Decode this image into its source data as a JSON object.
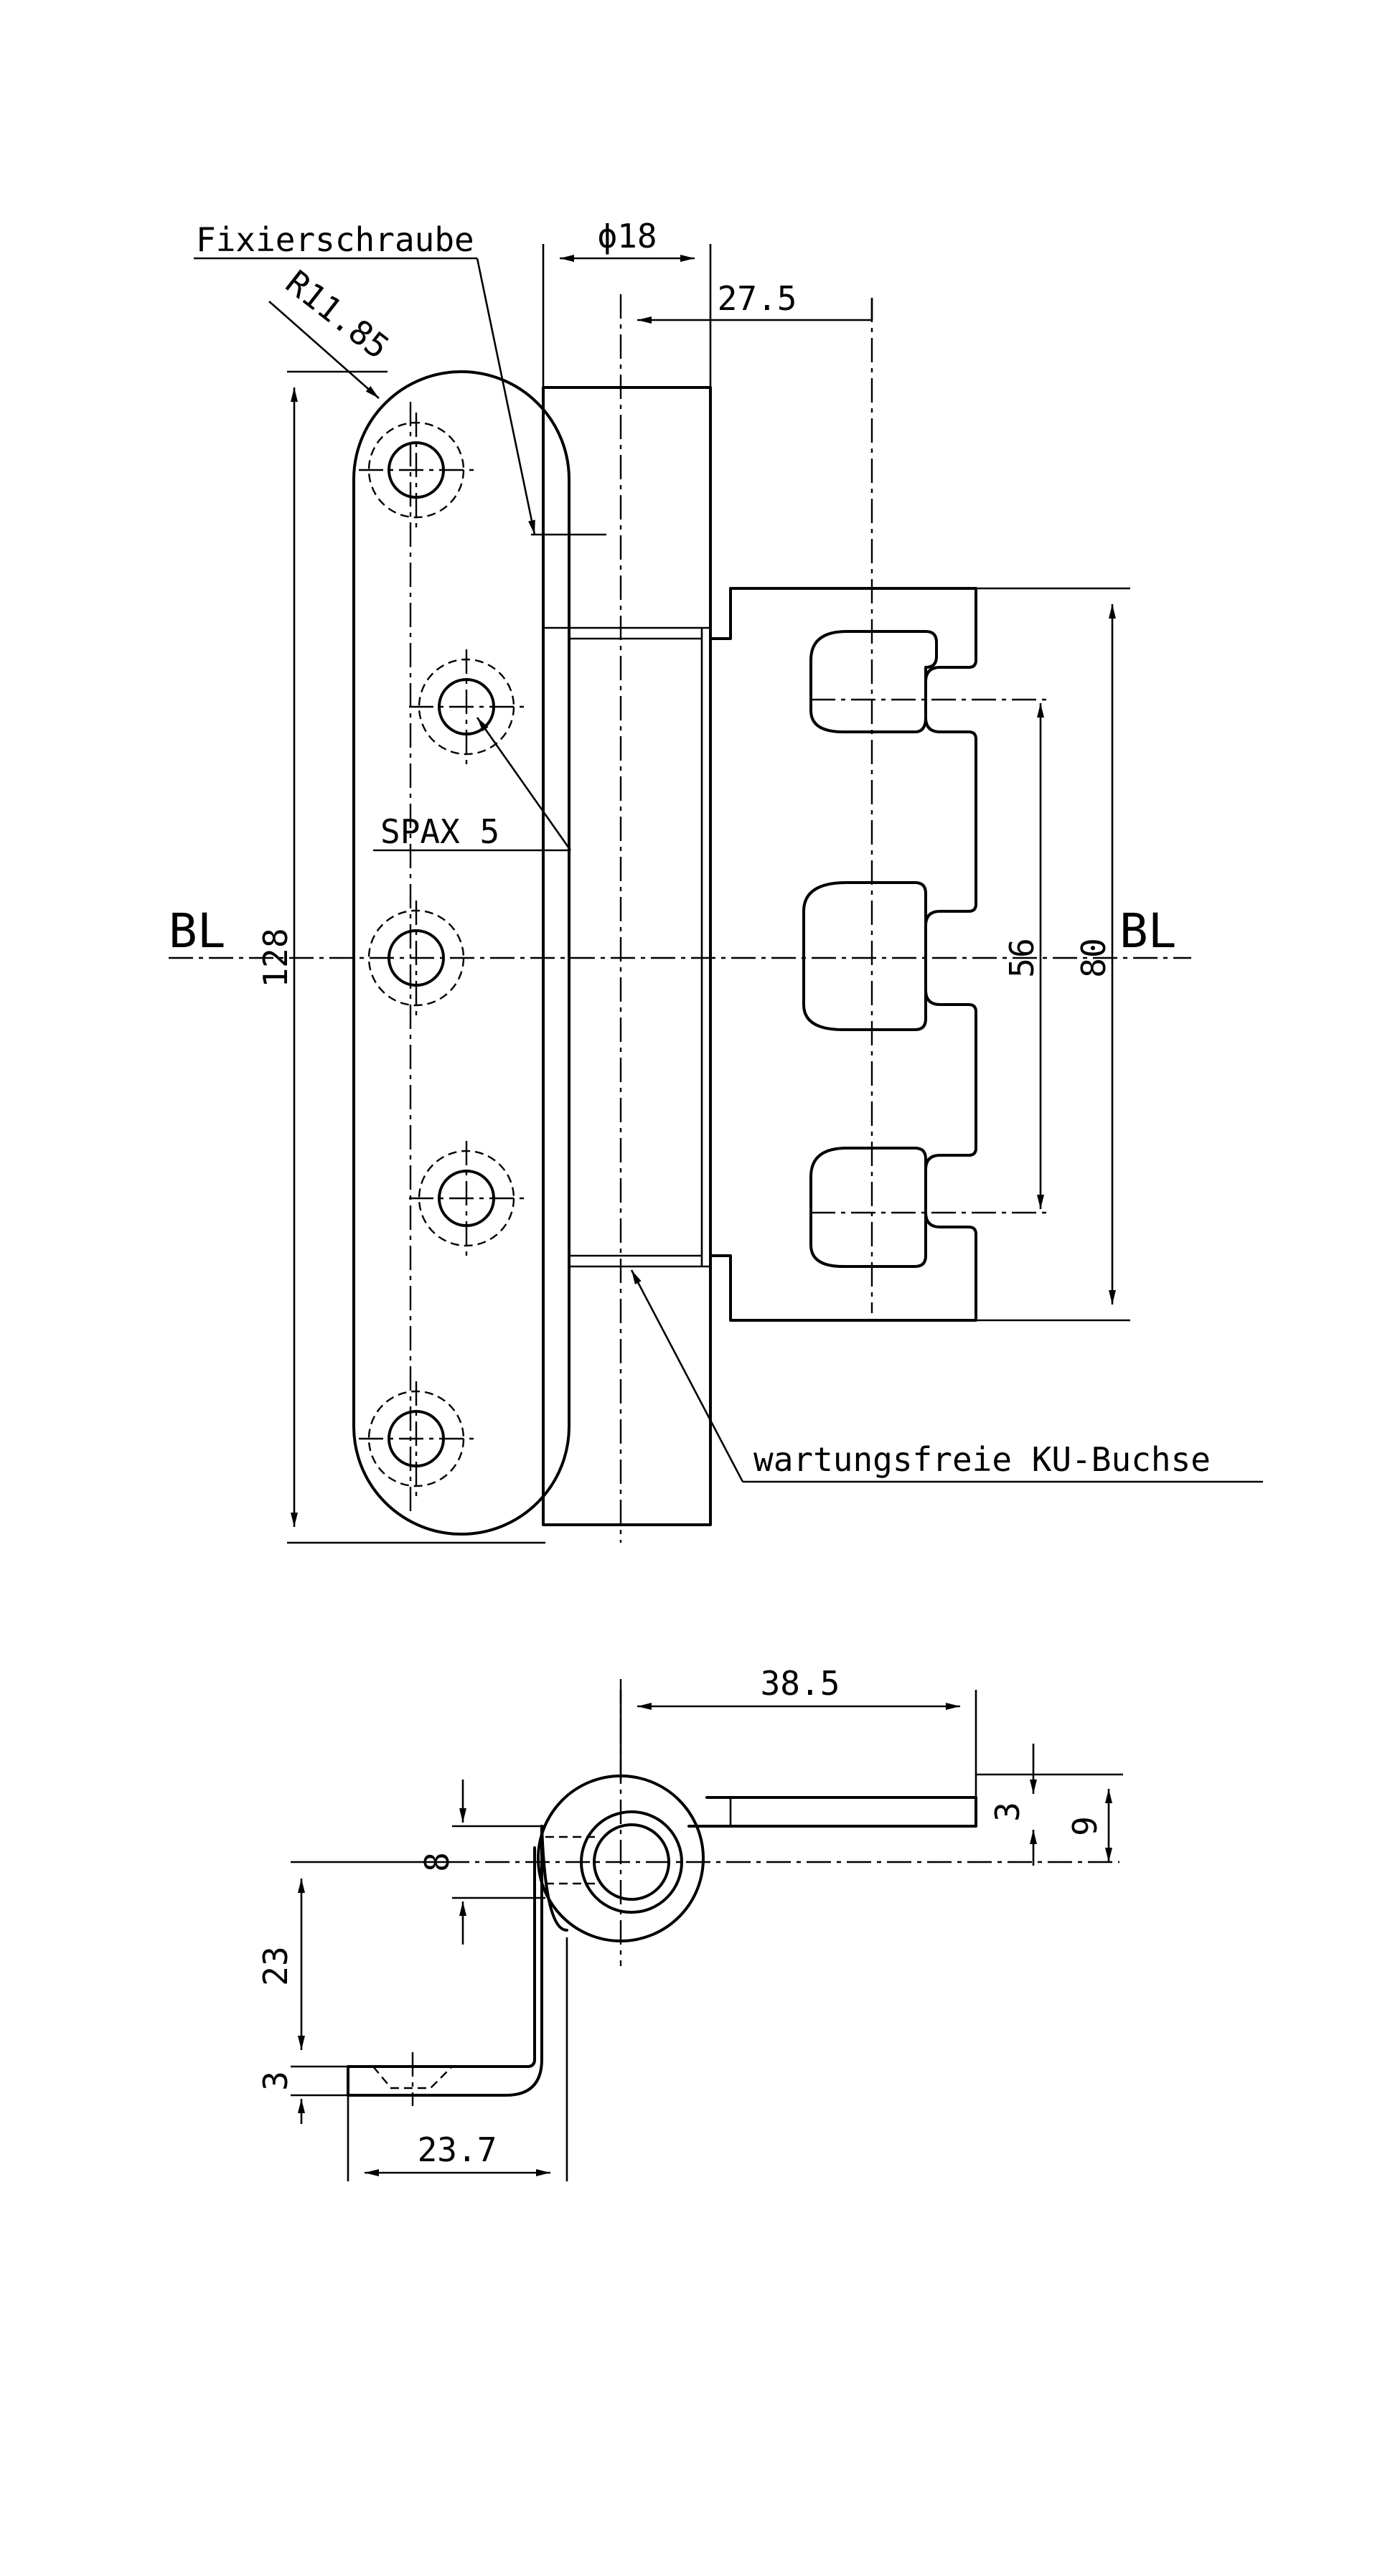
{
  "labels": {
    "fixierschraube": "Fixierschraube",
    "radius": "R11.85",
    "diameter": "ϕ18",
    "offset_top": "27.5",
    "spax": "SPAX 5",
    "bl_left": "BL",
    "bl_right": "BL",
    "length": "128",
    "pitch_56": "56",
    "pitch_80": "80",
    "bushing": "wartungsfreie KU-Buchse",
    "width_bottom": "38.5",
    "dim_3_right": "3",
    "dim_9": "9",
    "dim_8": "8",
    "dim_23": "23",
    "dim_3_left": "3",
    "dim_23_7": "23.7"
  }
}
